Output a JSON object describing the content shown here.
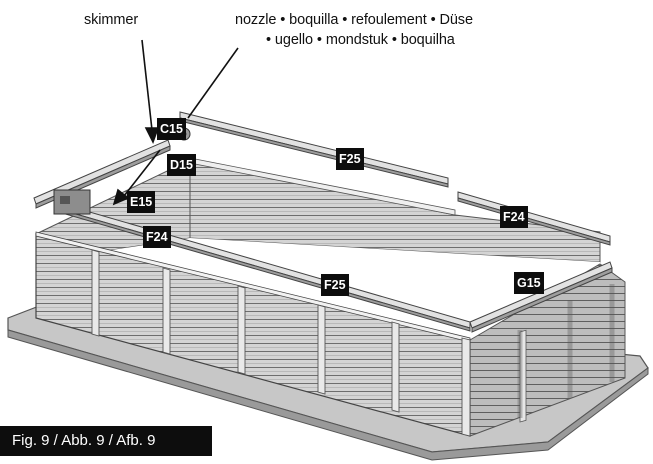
{
  "callouts": {
    "skimmer": "skimmer",
    "nozzle_line1": "nozzle • boquilla • refoulement • Düse",
    "nozzle_line2": "• ugello • mondstuk • boquilha"
  },
  "parts": {
    "c15": "C15",
    "d15": "D15",
    "e15": "E15",
    "f24_left": "F24",
    "f24_right": "F24",
    "f25_top": "F25",
    "f25_front": "F25",
    "g15": "G15"
  },
  "caption": "Fig. 9 / Abb. 9 / Afb. 9"
}
